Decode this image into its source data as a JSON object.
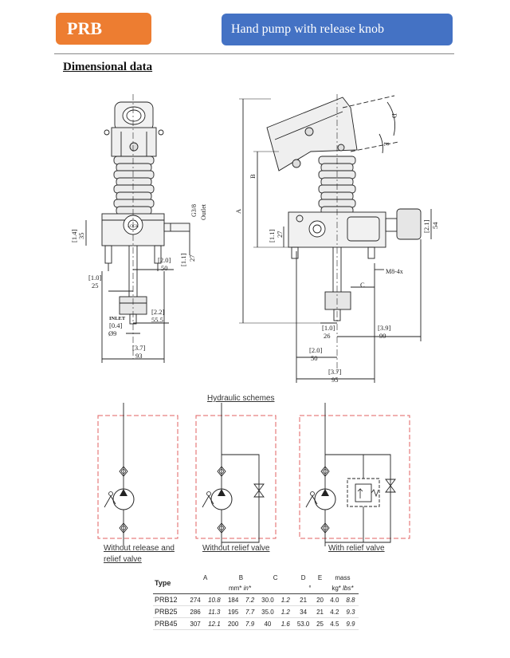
{
  "header": {
    "badge": "PRB",
    "title": "Hand pump with release knob"
  },
  "section_title": "Dimensional data",
  "colors": {
    "badge": "#ed7d31",
    "title_box": "#4472c4",
    "scheme_border": "#e06060"
  },
  "front_view": {
    "outlet": "G3/8",
    "outlet_word": "Outlet",
    "lock": "LOCK",
    "inlet": "INLET",
    "dims": {
      "d1": "[1.4]",
      "d1b": "35",
      "d2": "[2.0]",
      "d2b": "50",
      "d3": "[1.1]",
      "d3b": "27",
      "d4": "[1.0]",
      "d4b": "25",
      "d5": "[2.2]",
      "d5b": "55.5",
      "d6": "[0.4]",
      "d6b": "Ø9",
      "d7": "[3.7]",
      "d7b": "93"
    }
  },
  "side_view": {
    "labels": {
      "a": "A",
      "b": "B",
      "c": "C",
      "d": "D",
      "e": "E",
      "thread": "M8-4x"
    },
    "dims": {
      "s1": "[1.1]",
      "s1b": "27",
      "s2": "[2.1]",
      "s2b": "54",
      "s3": "[1.0]",
      "s3b": "26",
      "s4": "[3.9]",
      "s4b": "99",
      "s5": "[2.0]",
      "s5b": "50",
      "s6": "[3.7]",
      "s6b": "95"
    }
  },
  "hydraulic": {
    "title": "Hydraulic schemes",
    "captions": [
      "Without release and relief valve",
      "Without relief valve",
      "With relief valve"
    ]
  },
  "table": {
    "header": {
      "type": "Type",
      "a": "A",
      "b": "B",
      "c": "C",
      "d": "D",
      "e": "E",
      "mass": "mass"
    },
    "units": {
      "mm": "mm*",
      "in": "in*",
      "deg": "°",
      "kg": "kg*",
      "lbs": "lbs*"
    },
    "rows": [
      {
        "type": "PRB12",
        "a_mm": "274",
        "a_in": "10.8",
        "b_mm": "184",
        "b_in": "7.2",
        "c_mm": "30.0",
        "c_in": "1.2",
        "d": "21",
        "e": "20",
        "kg": "4.0",
        "lbs": "8.8"
      },
      {
        "type": "PRB25",
        "a_mm": "286",
        "a_in": "11.3",
        "b_mm": "195",
        "b_in": "7.7",
        "c_mm": "35.0",
        "c_in": "1.2",
        "d": "34",
        "e": "21",
        "kg": "4.2",
        "lbs": "9.3"
      },
      {
        "type": "PRB45",
        "a_mm": "307",
        "a_in": "12.1",
        "b_mm": "200",
        "b_in": "7.9",
        "c_mm": "40",
        "c_in": "1.6",
        "d": "53.0",
        "e": "25",
        "kg": "4.5",
        "lbs": "9.9"
      }
    ]
  }
}
